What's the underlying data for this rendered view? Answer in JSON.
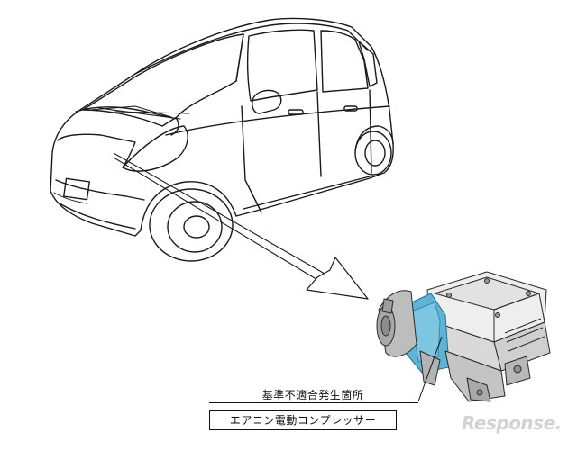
{
  "labels": {
    "location_heading": "基準不適合発生箇所",
    "component_name": "エアコン電動コンプレッサー"
  },
  "watermark": "Response.",
  "colors": {
    "compressor_highlight": "#5fb4d6",
    "line_art": "#1a1a1a"
  },
  "icons": {
    "car": "vehicle-line-drawing",
    "component": "electric-compressor-illustration"
  }
}
